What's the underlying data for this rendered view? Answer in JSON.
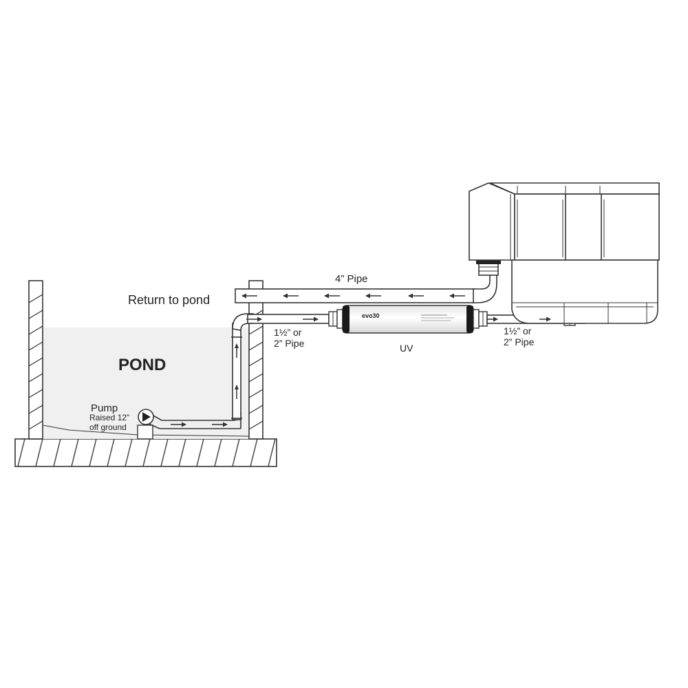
{
  "labels": {
    "return_to_pond": "Return to pond",
    "four_inch_pipe": "4” Pipe",
    "pond": "POND",
    "pump": "Pump",
    "pump_raised_line1": "Raised 12”",
    "pump_raised_line2": "off ground",
    "pipe_left_line1": "1½” or",
    "pipe_left_line2": "2” Pipe",
    "uv": "UV",
    "pipe_right_line1": "1½” or",
    "pipe_right_line2": "2” Pipe",
    "uv_brand": "evo30"
  },
  "flow": {
    "return_direction": "left",
    "supply_direction": "right",
    "riser_direction": "up"
  },
  "colors": {
    "water": "#f0f0f0",
    "ink": "#333333",
    "uv_cap": "#1a1a1a"
  }
}
